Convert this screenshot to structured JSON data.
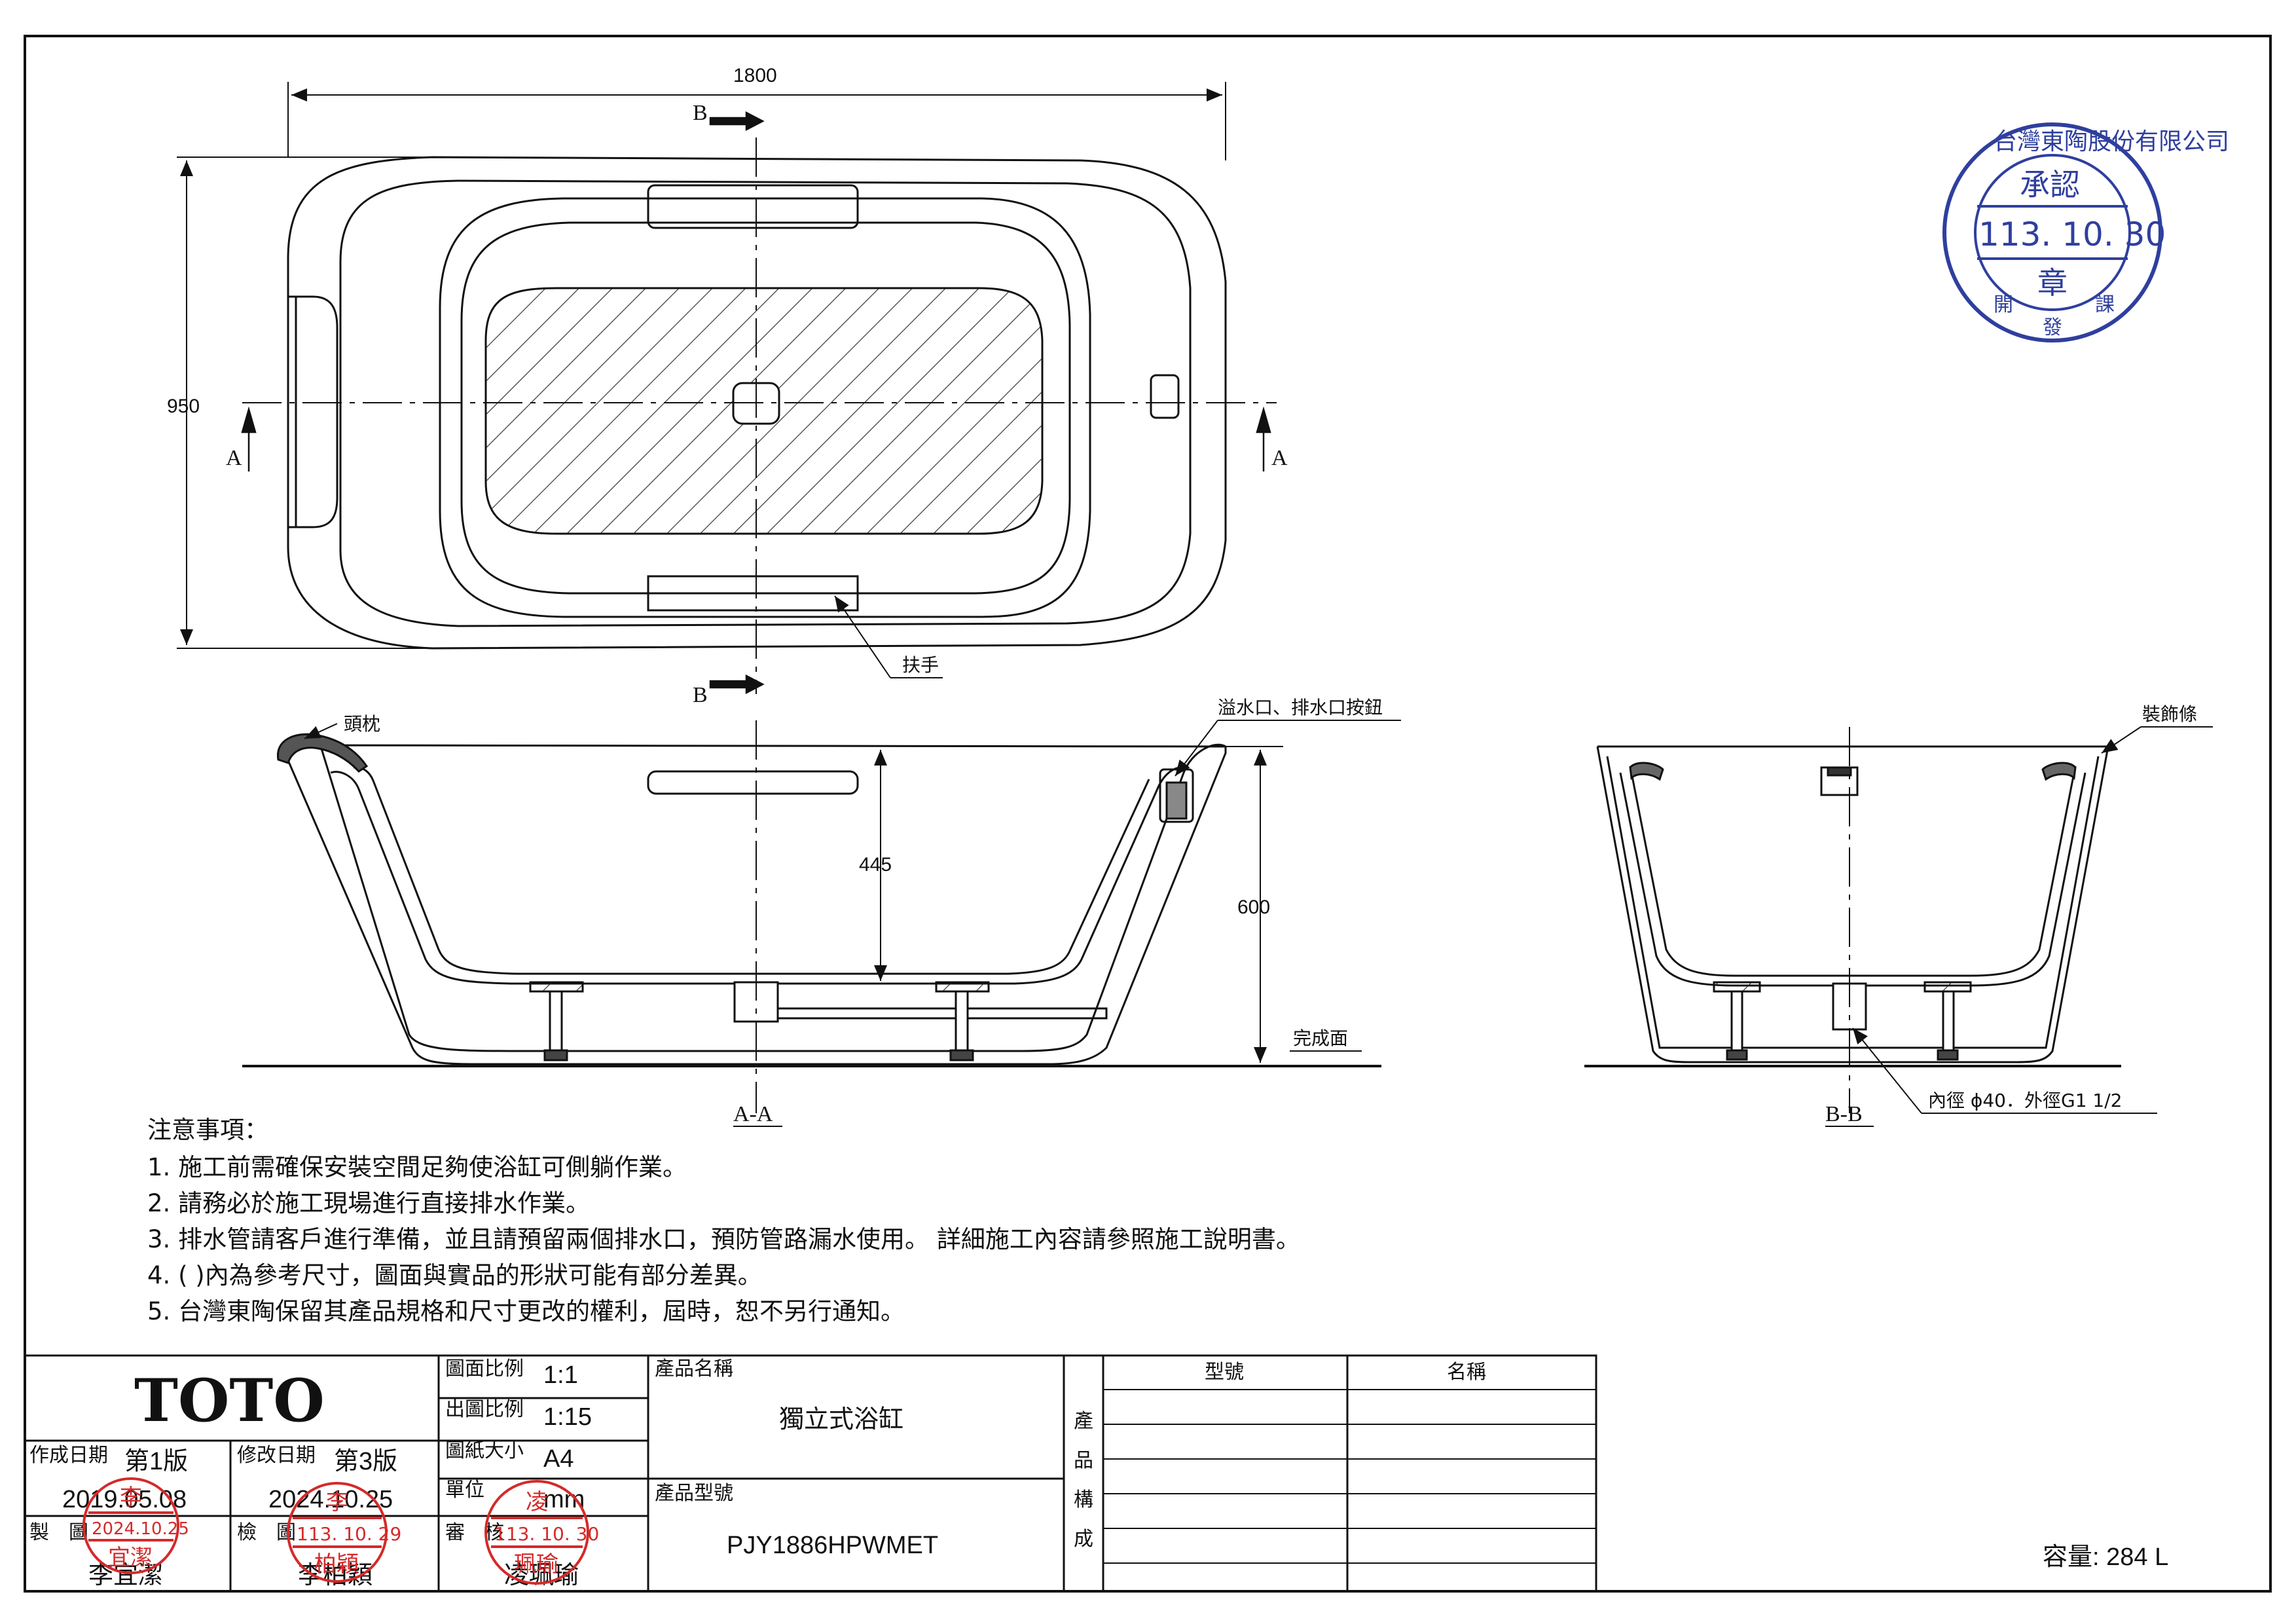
{
  "drawing": {
    "dims": {
      "overall_length": "1800",
      "overall_width": "950",
      "inner_depth": "445",
      "overall_height": "600"
    },
    "section_markers": {
      "a": "A",
      "b": "B"
    },
    "section_titles": {
      "aa": "A-A",
      "bb": "B-B"
    },
    "callouts": {
      "grab_handle": "扶手",
      "headrest": "頭枕",
      "overflow_button": "溢水口、排水口按鈕",
      "floor_level": "完成面",
      "trim_strip": "裝飾條",
      "drain_pipe": "內徑 ϕ40．外徑G1 1/2"
    }
  },
  "notes": {
    "heading": "注意事項：",
    "items": [
      "1.  施工前需確保安裝空間足夠使浴缸可側躺作業。",
      "2.  請務必於施工現場進行直接排水作業。",
      "3.  排水管請客戶進行準備，並且請預留兩個排水口，預防管路漏水使用。 詳細施工內容請參照施工說明書。",
      "4.  (      )內為參考尺寸，圖面與實品的形狀可能有部分差異。",
      "5.  台灣東陶保留其產品規格和尺寸更改的權利，屆時，恕不另行通知。"
    ]
  },
  "title_block": {
    "logo": "TOTO",
    "created_label": "作成日期",
    "created_version": "第1版",
    "created_date": "2019.05.08",
    "revised_label": "修改日期",
    "revised_version": "第3版",
    "revised_date": "2024.10.25",
    "drawn_label": "製　圖",
    "drawn_by": "李宜潔",
    "checked_label": "檢　圖",
    "checked_by": "李柏穎",
    "approved_label": "審　核",
    "approved_by": "凌珮瑜",
    "scale_label": "圖面比例",
    "scale_value": "1:1",
    "print_scale_label": "出圖比例",
    "print_scale_value": "1:15",
    "paper_label": "圖紙大小",
    "paper_value": "A4",
    "unit_label": "單位",
    "unit_value": "mm",
    "product_name_label": "產品名稱",
    "product_name": "獨立式浴缸",
    "product_model_label": "產品型號",
    "product_model": "PJY1886HPWMET",
    "composition_label": [
      "產",
      "品",
      "構",
      "成"
    ],
    "model_col": "型號",
    "name_col": "名稱",
    "capacity": "容量: 284 L"
  },
  "stamps": {
    "approval": {
      "company": "台灣東陶股份有限公司",
      "title": "承認",
      "date": "113. 10. 30",
      "seal": "章",
      "dept": [
        "開",
        "發",
        "課"
      ]
    },
    "drawn_stamp": {
      "date": "2024.10.25",
      "name": "宜潔",
      "top": "李"
    },
    "checked_stamp": {
      "date": "113. 10. 29",
      "name": "柏穎",
      "top": "李"
    },
    "approved_stamp": {
      "date": "113. 10. 30",
      "name": "珮瑜",
      "top": "凌"
    }
  },
  "colors": {
    "line": "#111111",
    "stamp_red": "#d42a2a",
    "stamp_blue": "#2f3f9e"
  }
}
